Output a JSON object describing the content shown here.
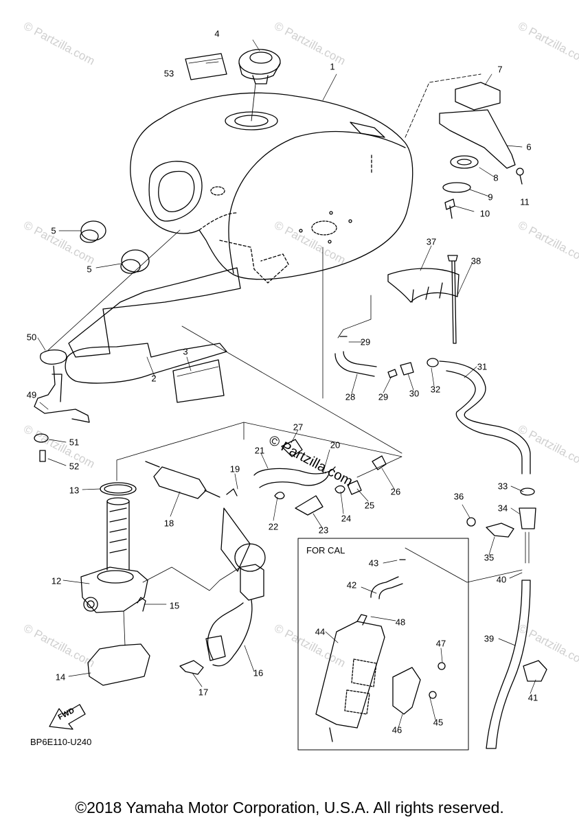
{
  "watermark_text": "© Partzilla.com",
  "center_watermark": "© Partzilla.com",
  "diagram_code": "BP6E110-U240",
  "copyright": "©2018 Yamaha Motor Corporation, U.S.A. All rights reserved.",
  "box_title": "FOR CAL",
  "fwd_label": "FWD",
  "callouts": [
    {
      "n": "1"
    },
    {
      "n": "2"
    },
    {
      "n": "3"
    },
    {
      "n": "4"
    },
    {
      "n": "5"
    },
    {
      "n": "5"
    },
    {
      "n": "6"
    },
    {
      "n": "7"
    },
    {
      "n": "8"
    },
    {
      "n": "9"
    },
    {
      "n": "10"
    },
    {
      "n": "11"
    },
    {
      "n": "12"
    },
    {
      "n": "13"
    },
    {
      "n": "14"
    },
    {
      "n": "15"
    },
    {
      "n": "16"
    },
    {
      "n": "17"
    },
    {
      "n": "18"
    },
    {
      "n": "19"
    },
    {
      "n": "20"
    },
    {
      "n": "21"
    },
    {
      "n": "22"
    },
    {
      "n": "23"
    },
    {
      "n": "24"
    },
    {
      "n": "25"
    },
    {
      "n": "26"
    },
    {
      "n": "27"
    },
    {
      "n": "28"
    },
    {
      "n": "29"
    },
    {
      "n": "29"
    },
    {
      "n": "30"
    },
    {
      "n": "31"
    },
    {
      "n": "32"
    },
    {
      "n": "33"
    },
    {
      "n": "34"
    },
    {
      "n": "35"
    },
    {
      "n": "36"
    },
    {
      "n": "37"
    },
    {
      "n": "38"
    },
    {
      "n": "39"
    },
    {
      "n": "40"
    },
    {
      "n": "41"
    },
    {
      "n": "42"
    },
    {
      "n": "43"
    },
    {
      "n": "44"
    },
    {
      "n": "45"
    },
    {
      "n": "46"
    },
    {
      "n": "47"
    },
    {
      "n": "48"
    },
    {
      "n": "49"
    },
    {
      "n": "50"
    },
    {
      "n": "51"
    },
    {
      "n": "52"
    },
    {
      "n": "53"
    }
  ]
}
